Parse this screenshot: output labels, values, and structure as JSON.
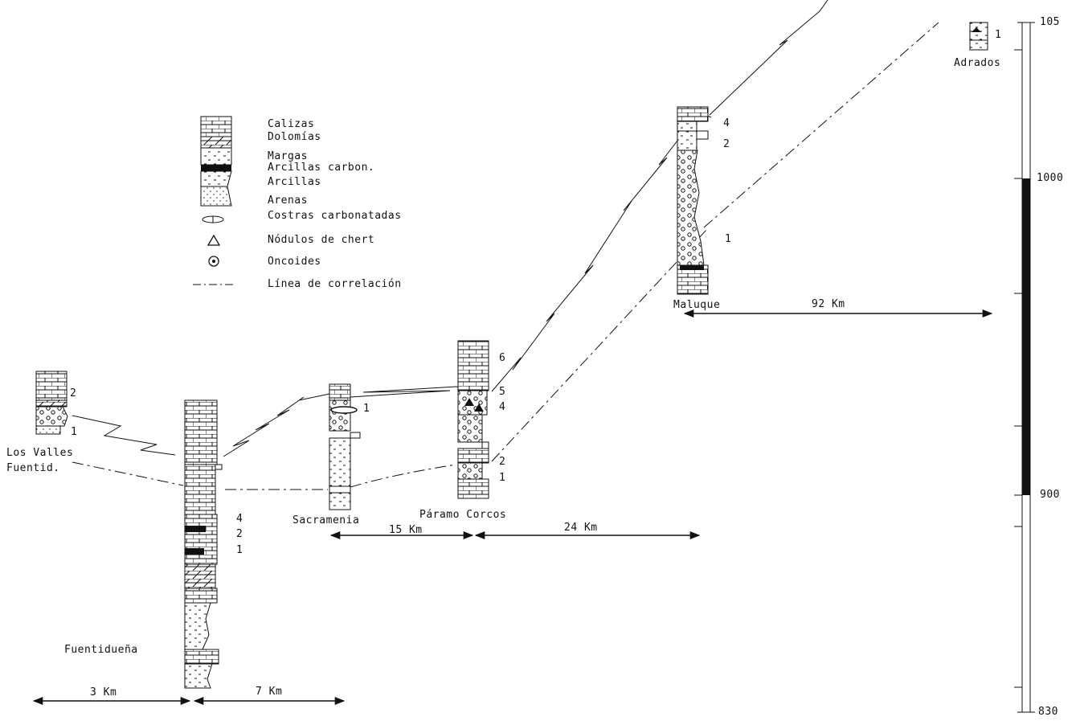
{
  "legend": {
    "items": [
      "Calizas",
      "Dolomías",
      "Margas",
      "Arcillas carbon.",
      "Arcillas",
      "Arenas",
      "Costras carbonatadas",
      "Nódulos de chert",
      "Oncoides",
      "Línea de correlación"
    ]
  },
  "sections": {
    "los_valles": {
      "name_line1": "Los Valles",
      "name_line2": "Fuentid.",
      "units": [
        "2",
        "1"
      ]
    },
    "fuentiduena": {
      "name": "Fuentidueña",
      "units": [
        "4",
        "2",
        "1"
      ]
    },
    "sacramenia": {
      "name": "Sacramenia",
      "units": [
        "1"
      ]
    },
    "paramo": {
      "name": "Páramo Corcos",
      "units": [
        "6",
        "5",
        "4",
        "2",
        "1"
      ]
    },
    "maluque": {
      "name": "Maluque",
      "units": [
        "4",
        "2",
        "1"
      ]
    },
    "adrados": {
      "name": "Adrados",
      "units": [
        "1"
      ]
    }
  },
  "distances": [
    "3 Km",
    "7 Km",
    "15 Km",
    "24 Km",
    "92 Km"
  ],
  "scale": {
    "ticks": [
      "105",
      "1000",
      "900",
      "830"
    ]
  }
}
